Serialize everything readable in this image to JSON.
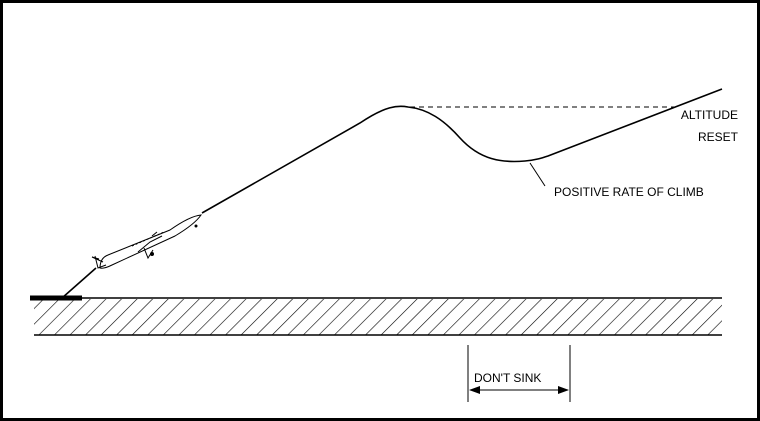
{
  "labels": {
    "altitude_reset_line1": "ALTITUDE",
    "altitude_reset_line2": "RESET",
    "positive_rate": "POSITIVE RATE OF CLIMB",
    "dont_sink": "DON'T SINK"
  },
  "colors": {
    "ink": "#000000",
    "background": "#ffffff"
  }
}
